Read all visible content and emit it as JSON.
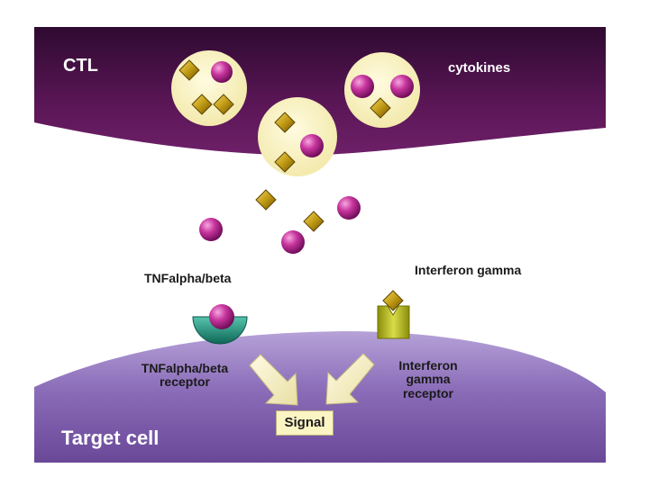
{
  "labels": {
    "ctl": "CTL",
    "cytokines": "cytokines",
    "tnf": "TNFalpha/beta",
    "ifn": "Interferon gamma",
    "tnf_receptor": [
      "TNFalpha/beta",
      "receptor"
    ],
    "ifn_receptor": [
      "Interferon",
      "gamma",
      "receptor"
    ],
    "signal": "Signal",
    "target_cell": "Target cell"
  },
  "colors": {
    "ctl_cell": "#4a1048",
    "vesicle": "#fbf5c4",
    "tnf_molecule": "#c0309a",
    "ifn_molecule": "#b89a12",
    "tnf_receptor": "#1d8a78",
    "ifn_receptor": "#b5b818",
    "target_cell": "#8a6cb8",
    "arrow": "#f4f0c4"
  }
}
